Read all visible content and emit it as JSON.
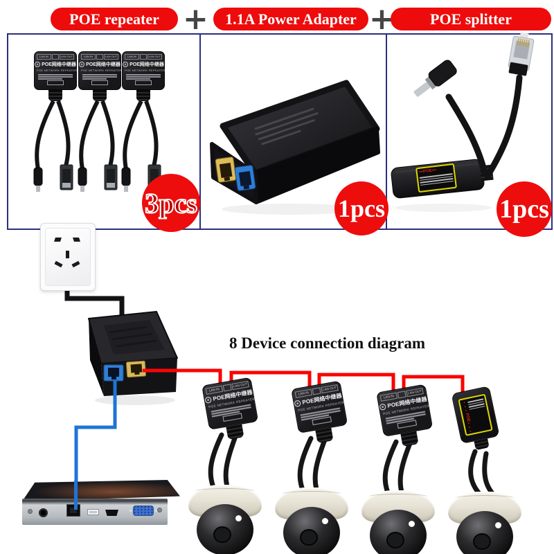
{
  "banner": {
    "plus": "+",
    "items": [
      {
        "label": "POE repeater"
      },
      {
        "label": "1.1A Power Adapter"
      },
      {
        "label": "POE splitter"
      }
    ]
  },
  "badges": {
    "repeater": "3pcs",
    "adapter": "1pcs",
    "splitter": "1pcs"
  },
  "repeater_label": {
    "lan_in": "LAN IN",
    "lan_out": "LAN OUT",
    "title_cn": "POE网络中继器",
    "title_en": "POE NETWORK REPEATER"
  },
  "splitter_label": {
    "title": "▪▪▪POE▪▪▪"
  },
  "diagram": {
    "title": "8 Device connection diagram"
  },
  "colors": {
    "accent_red": "#ee0d0d",
    "line_red": "#f90404",
    "line_blue": "#1e74d6",
    "box_border": "#2a2f7e",
    "port_yellow": "#d9b95c",
    "port_blue": "#2f7fd6"
  }
}
